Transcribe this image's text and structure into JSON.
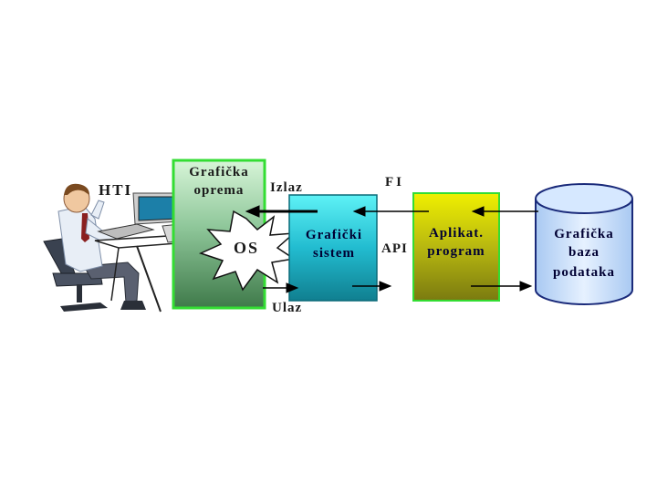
{
  "labels": {
    "hti": "HTI",
    "graficka_oprema_1": "Grafička",
    "graficka_oprema_2": "oprema",
    "izlaz": "Izlaz",
    "ulaz": "Ulaz",
    "os": "OS",
    "graficki_sistem_1": "Grafički",
    "graficki_sistem_2": "sistem",
    "fi": "FI",
    "api": "API",
    "aplikat_program_1": "Aplikat.",
    "aplikat_program_2": "program",
    "baza_1": "Grafička",
    "baza_2": "baza",
    "baza_3": "podataka"
  },
  "colors": {
    "oprema_top": "#c8f0c8",
    "oprema_bottom": "#3f7a4a",
    "oprema_border": "#33dd33",
    "sistem_top": "#40e8f0",
    "sistem_bottom": "#107f90",
    "sistem_border": "#0a6a78",
    "program_top": "#e6e600",
    "program_bottom": "#7a7a10",
    "program_border": "#33dd33",
    "baza_fill": "#cfe4ff",
    "baza_stroke": "#1a2a7a",
    "arrow": "#000000"
  }
}
